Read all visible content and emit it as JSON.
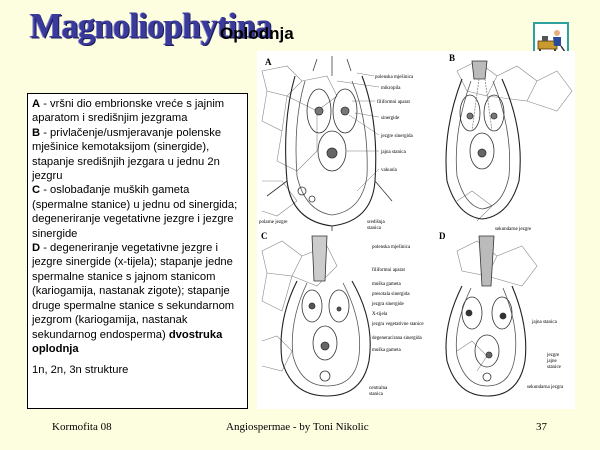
{
  "header": {
    "title": "Magnoliophytina",
    "subtitle": "Oplodnja"
  },
  "nav": {
    "icon": "home-icon"
  },
  "textbox": {
    "A_letter": "A",
    "A_text": " - vršni dio embrionske vreće s jajnim aparatom i središnjim jezgrama",
    "B_letter": "B",
    "B_text": " - privlačenje/usmjeravanje polenske mješinice kemotaksijom (sinergide), stapanje središnjih jezgara u jednu 2n jezgru",
    "C_letter": "C",
    "C_text": " - oslobađanje muških gameta (spermalne stanice) u jednu od sinergida; degeneriranje vegetativne jezgre i jezgre sinergide",
    "D_letter": "D",
    "D_text": " - degeneriranje vegetativne jezgre i jezgre sinergide (x-tijela); stapanje jedne spermalne stanice s jajnom stanicom (kariogamija, nastanak zigote); stapanje druge spermalne stanice s sekundarnom jezgrom (kariogamija, nastanak sekundarnog endosperma) ",
    "D_bold": "dvostruka oplodnja",
    "note": "1n, 2n, 3n strukture"
  },
  "figure": {
    "panel_a": "A",
    "panel_b": "B",
    "panel_c": "C",
    "panel_d": "D",
    "a_labels": [
      "polenska mješinica",
      "mikropila",
      "filiformni aparat",
      "sinergide",
      "jezgre sinergida",
      "jajna stanica",
      "vakuola"
    ],
    "a_bottom_left": "polarne jezgre",
    "a_bottom_right": [
      "središnja",
      "stanica"
    ],
    "b_label": "sekundarne jezgre",
    "c_labels": [
      "polenska mješinica",
      "filiformni aparat",
      "muška gameta",
      "presotala sinergida",
      "jezgra sinergide",
      "X-tijela",
      "jezgra vegetativne stanice",
      "degeneracirana sinergida",
      "muška gameta"
    ],
    "c_bottom": [
      "centralna",
      "stanica"
    ],
    "d_labels": [
      "jajna stanica",
      "jezgre",
      "jajne",
      "stanice",
      "sekundarna jezgra"
    ]
  },
  "footer": {
    "left": "Kormofita 08",
    "center": "Angiospermae - by Toni Nikolic",
    "right": "37"
  }
}
